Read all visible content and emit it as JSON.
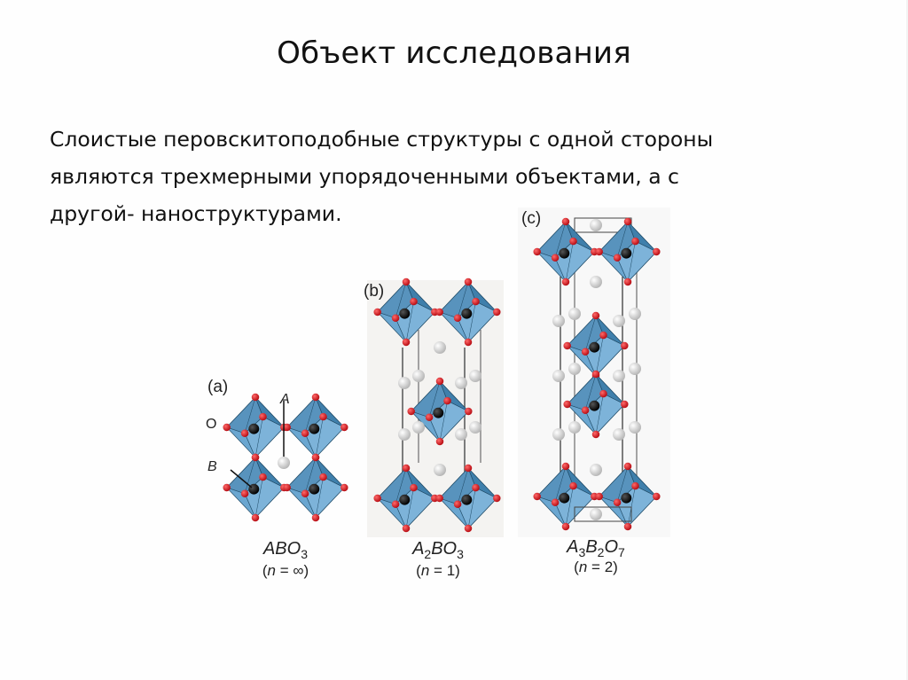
{
  "slide": {
    "title": "Объект исследования",
    "body_lines": [
      "Слоистые перовскитоподобные структуры с одной стороны",
      "являются трехмерными упорядоченными объектами, а с",
      "другой- наноструктурами."
    ]
  },
  "figure": {
    "panels": [
      {
        "label": "(a)",
        "formula_parts": [
          "ABO",
          "3",
          ""
        ],
        "n_text": "∞",
        "atom_labels": {
          "O": "O",
          "A": "A",
          "B": "B"
        }
      },
      {
        "label": "(b)",
        "formula_parts": [
          "A",
          "2",
          "BO",
          "3"
        ],
        "n_text": "1"
      },
      {
        "label": "(c)",
        "formula_parts": [
          "A",
          "3",
          "B",
          "2",
          "O",
          "7"
        ],
        "n_text": "2"
      }
    ],
    "n_prefix": "(",
    "n_var": "n",
    "n_eq": " = ",
    "n_suffix": ")",
    "colors": {
      "octahedron": "#5b98c4",
      "octahedron_dark": "#2f6a92",
      "oxygen": "#d0141c",
      "b_cation": "#111111",
      "a_cation": "#d9d9d9"
    }
  }
}
